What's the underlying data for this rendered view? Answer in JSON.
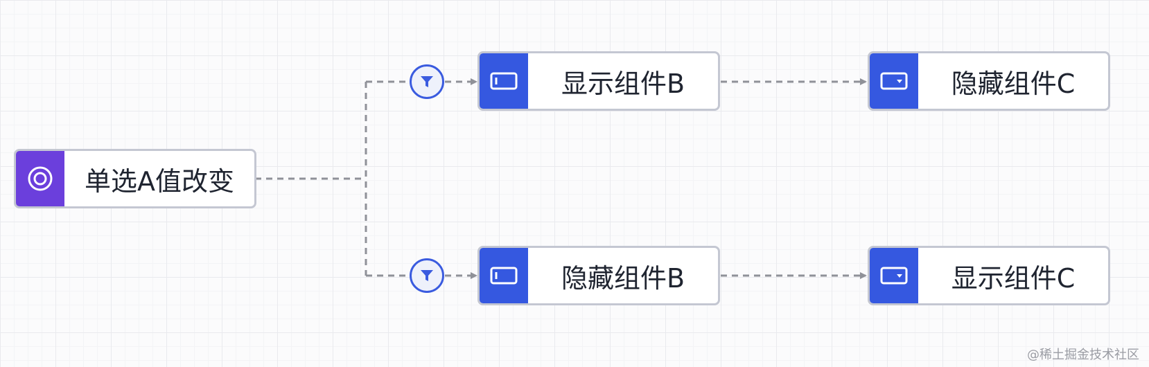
{
  "nodes": {
    "trigger": {
      "label": "单选A值改变",
      "icon": "radio-target-icon"
    },
    "show_b": {
      "label": "显示组件B",
      "icon": "input-box-icon"
    },
    "hide_b": {
      "label": "隐藏组件B",
      "icon": "input-box-icon"
    },
    "hide_c": {
      "label": "隐藏组件C",
      "icon": "select-box-icon"
    },
    "show_c": {
      "label": "显示组件C",
      "icon": "select-box-icon"
    }
  },
  "conditions": [
    {
      "icon": "filter-icon"
    },
    {
      "icon": "filter-icon"
    }
  ],
  "colors": {
    "trigger_accent": "#6b3fdc",
    "action_accent": "#3558e0",
    "edge": "#8f9198",
    "filter_border": "#3a5bdf"
  },
  "watermark": "@稀土掘金技术社区"
}
